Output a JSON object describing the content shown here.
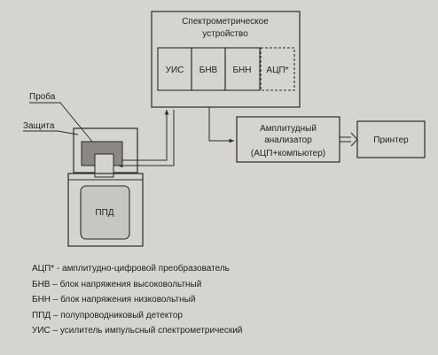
{
  "diagram": {
    "spectrometer_title_line1": "Спектрометрическое",
    "spectrometer_title_line2": "устройство",
    "modules": [
      "УИС",
      "БНВ",
      "БНН",
      "АЦП*"
    ],
    "analyzer_line1": "Амплитудный",
    "analyzer_line2": "анализатор",
    "analyzer_line3": "(АЦП+компьютер)",
    "printer": "Принтер",
    "sample_label": "Проба",
    "shield_label": "Защита",
    "detector_label": "ППД"
  },
  "legend": [
    "АЦП* - амплитудно-цифровой преобразователь",
    "БНВ – блок напряжения высоковольтный",
    "БНН – блок напряжения низковольтный",
    "ППД – полупроводниковый детектор",
    "УИС – усилитель импульсный спектрометрический"
  ],
  "colors": {
    "background": "#d6d4cf",
    "line": "#2a2a2a",
    "sample_fill": "#8a8784",
    "detector_fill": "#c8c6c1"
  }
}
